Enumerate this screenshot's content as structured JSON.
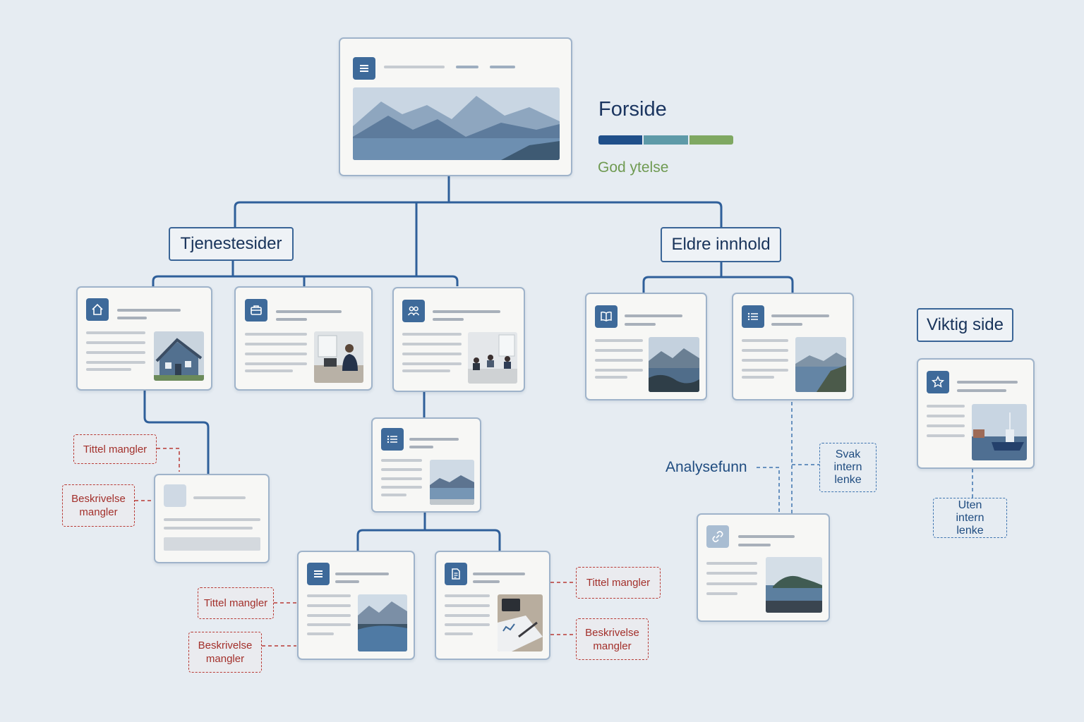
{
  "home": {
    "title": "Forside",
    "status": "God ytelse",
    "status_colors": [
      "#1f4f8a",
      "#5e9aa8",
      "#7fa862"
    ]
  },
  "groups": {
    "services": "Tjenestesider",
    "older": "Eldre innhold",
    "important": "Viktig side"
  },
  "annotations": {
    "title_missing": "Tittel mangler",
    "description_missing": "Beskrivelse mangler",
    "analysis": "Analysefunn",
    "weak_link": "Svak intern lenke",
    "no_link": "Uten intern lenke"
  },
  "icons": {
    "home": "menu-icon",
    "service_1": "house-icon",
    "service_2": "briefcase-icon",
    "service_3": "people-icon",
    "older_1": "book-icon",
    "older_2": "list-icon",
    "important": "star-icon",
    "link": "link-icon",
    "document": "document-icon"
  },
  "colors": {
    "connector": "#2f5f9a",
    "warning": "#b83a35",
    "note": "#3f75b0",
    "accent": "#3e6a9a"
  }
}
